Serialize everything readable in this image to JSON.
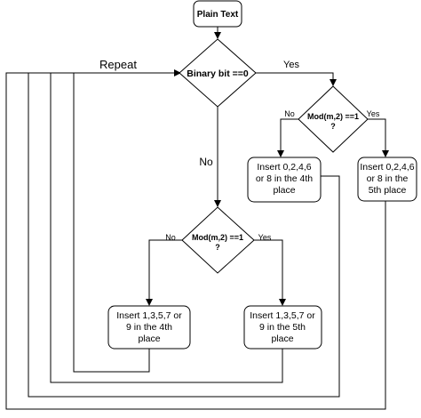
{
  "nodes": {
    "start": {
      "label": "Plain Text"
    },
    "decision_bit": {
      "label": "Binary bit ==0"
    },
    "decision_yes_mod": {
      "label_line1": "Mod(m,2) ==1",
      "label_line2": "?"
    },
    "decision_no_mod": {
      "label_line1": "Mod(m,2) ==1",
      "label_line2": "?"
    },
    "box_even_4th": {
      "lines": [
        "Insert 0,2,4,6",
        "or 8 in the 4th",
        "place"
      ]
    },
    "box_even_5th": {
      "lines": [
        "Insert 0,2,4,6",
        "or 8 in the",
        "5th place"
      ]
    },
    "box_odd_4th": {
      "lines": [
        "Insert 1,3,5,7 or",
        "9 in the 4th",
        "place"
      ]
    },
    "box_odd_5th": {
      "lines": [
        "Insert 1,3,5,7 or",
        "9 in the 5th",
        "place"
      ]
    }
  },
  "edge_labels": {
    "repeat": "Repeat",
    "bit_yes": "Yes",
    "bit_no": "No",
    "yes_branch_no": "No",
    "yes_branch_yes": "Yes",
    "no_branch_no": "No",
    "no_branch_yes": "Yes"
  }
}
